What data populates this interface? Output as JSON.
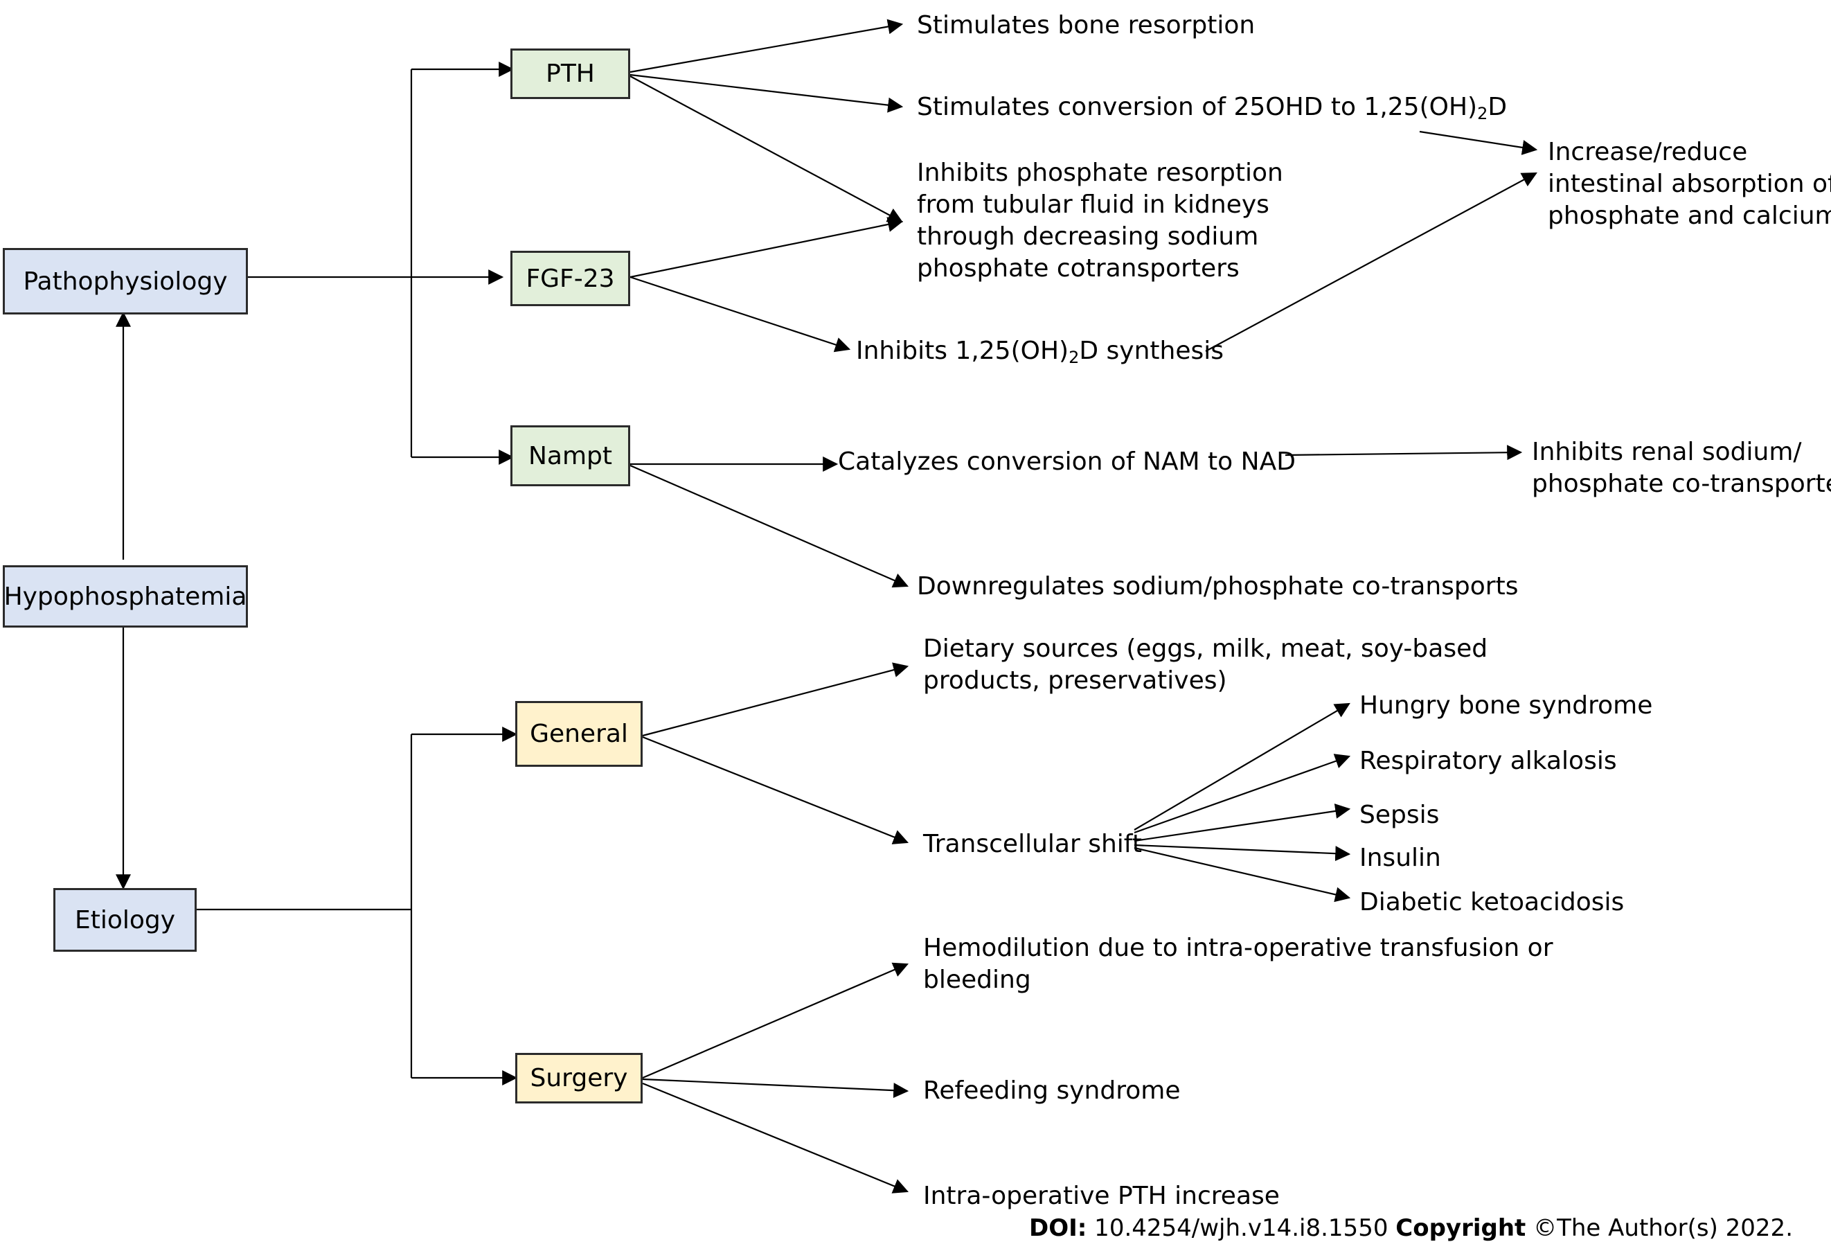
{
  "nodes": {
    "pathophysiology": "Pathophysiology",
    "hypophosphatemia": "Hypophosphatemia",
    "etiology": "Etiology",
    "pth": "PTH",
    "fgf23": "FGF-23",
    "nampt": "Nampt",
    "general": "General",
    "surgery": "Surgery"
  },
  "effects": {
    "bone_resorption": "Stimulates bone resorption",
    "conversion_pre": "Stimulates conversion of 25OHD to 1,25(OH)",
    "conversion_sub": "2",
    "conversion_post": "D",
    "intestinal_1": "Increase/reduce",
    "intestinal_2": "intestinal absorption of",
    "intestinal_3": "phosphate and calcium",
    "phosphate_1": "Inhibits phosphate resorption",
    "phosphate_2": "from tubular fluid in kidneys",
    "phosphate_3": "through decreasing sodium",
    "phosphate_4": "phosphate cotransporters",
    "synthesis_pre": "Inhibits 1,25(OH)",
    "synthesis_sub": "2",
    "synthesis_post": "D synthesis",
    "catalyzes": "Catalyzes conversion of NAM to NAD",
    "renal_1": "Inhibits renal sodium/",
    "renal_2": "phosphate co-transporter",
    "downregulates": "Downregulates sodium/phosphate co-transports"
  },
  "causes": {
    "dietary_1": "Dietary sources (eggs, milk, meat, soy-based",
    "dietary_2": "products, preservatives)",
    "transcellular": "Transcellular shift",
    "hungry_bone": "Hungry bone syndrome",
    "respiratory": "Respiratory alkalosis",
    "sepsis": "Sepsis",
    "insulin": "Insulin",
    "dka": "Diabetic ketoacidosis",
    "hemodilution_1": "Hemodilution due to intra-operative transfusion or",
    "hemodilution_2": "bleeding",
    "refeeding": "Refeeding syndrome",
    "intraop_pth": "Intra-operative PTH increase"
  },
  "footer": {
    "doi_label": "DOI:",
    "doi_value": " 10.4254/wjh.v14.i8.1550 ",
    "copyright_label": "Copyright",
    "copyright_value": " ©The Author(s) 2022."
  },
  "colors": {
    "blue_box": "#dae3f3",
    "green_box": "#e2efda",
    "yellow_box": "#fff2cc"
  }
}
